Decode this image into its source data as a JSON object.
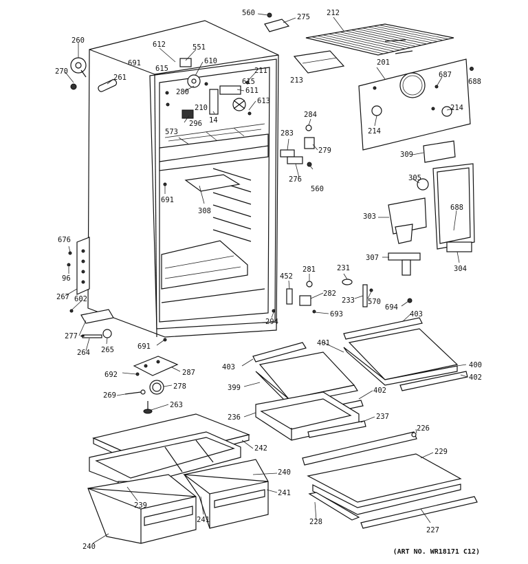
{
  "art_number": "(ART NO. WR18171 C12)",
  "callouts": [
    "560",
    "275",
    "212",
    "260",
    "270",
    "612",
    "551",
    "691",
    "615",
    "610",
    "261",
    "280",
    "615",
    "211",
    "611",
    "613",
    "210",
    "296",
    "573",
    "14",
    "213",
    "201",
    "687",
    "688",
    "214",
    "214",
    "284",
    "279",
    "283",
    "276",
    "560",
    "309",
    "305",
    "688",
    "303",
    "691",
    "308",
    "676",
    "96",
    "267",
    "602",
    "452",
    "281",
    "231",
    "282",
    "233",
    "570",
    "694",
    "693",
    "307",
    "304",
    "277",
    "264",
    "265",
    "294",
    "691",
    "403",
    "401",
    "400",
    "403",
    "402",
    "692",
    "287",
    "278",
    "399",
    "402",
    "269",
    "263",
    "236",
    "237",
    "226",
    "242",
    "229",
    "240",
    "241",
    "239",
    "241",
    "228",
    "227",
    "240"
  ]
}
